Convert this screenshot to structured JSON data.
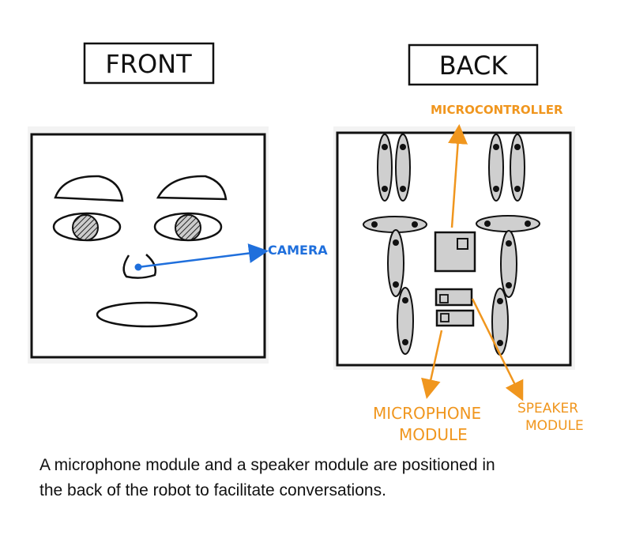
{
  "titles": {
    "front": "FRONT",
    "back": "BACK"
  },
  "labels": {
    "camera": "CAMERA",
    "microcontroller": "MICROCONTROLLER",
    "microphone_line1": "MICROPHONE",
    "microphone_line2": "MODULE",
    "speaker_line1": "SPEAKER",
    "speaker_line2": "MODULE"
  },
  "caption": {
    "line1": "A microphone module and a speaker module are positioned in",
    "line2": "the back of the robot to facilitate conversations."
  },
  "colors": {
    "camera": "#1f6fdc",
    "annotation": "#f0961e",
    "part_fill": "#cfcfcf"
  }
}
